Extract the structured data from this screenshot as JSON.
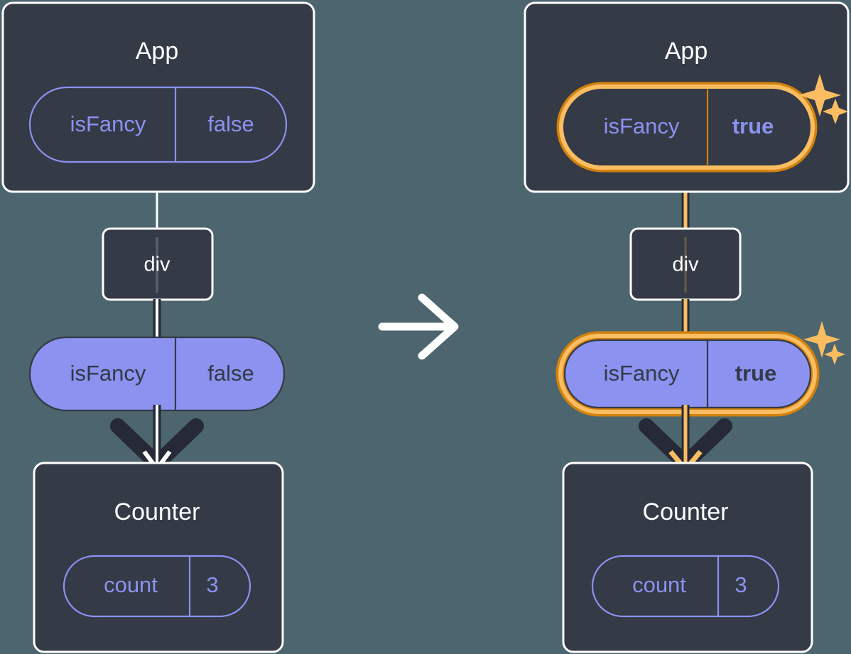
{
  "meta": {
    "diagram_title": "React state update: isFancy prop flows from App to Counter",
    "background_color": "#4c656e"
  },
  "palette": {
    "box_fill": "#343a46",
    "box_border": "#ffffff",
    "pill_purple": "#8b92f0",
    "pill_text_dark": "#343a46",
    "wire_dark": "#252a36",
    "wire_white": "#ffffff",
    "highlight_outer": "#d1820f",
    "highlight_inner": "#fabd62",
    "sparkle": "#fabd62"
  },
  "transition": {
    "arrow_icon": "right-arrow-icon",
    "label": ""
  },
  "panels": [
    {
      "id": "before",
      "root": {
        "label": "App"
      },
      "root_pill": {
        "key": "isFancy",
        "value": "false",
        "style": "outline",
        "highlighted": false,
        "value_bold": false
      },
      "element": {
        "label": "div"
      },
      "prop_pill": {
        "key": "isFancy",
        "value": "false",
        "style": "solid",
        "highlighted": false,
        "value_bold": false
      },
      "child": {
        "label": "Counter"
      },
      "child_pill": {
        "key": "count",
        "value": "3",
        "style": "outline",
        "highlighted": false,
        "value_bold": false
      },
      "wire_color": "#ffffff",
      "sparkles": false
    },
    {
      "id": "after",
      "root": {
        "label": "App"
      },
      "root_pill": {
        "key": "isFancy",
        "value": "true",
        "style": "outline",
        "highlighted": true,
        "value_bold": true
      },
      "element": {
        "label": "div"
      },
      "prop_pill": {
        "key": "isFancy",
        "value": "true",
        "style": "solid",
        "highlighted": true,
        "value_bold": true
      },
      "child": {
        "label": "Counter"
      },
      "child_pill": {
        "key": "count",
        "value": "3",
        "style": "outline",
        "highlighted": false,
        "value_bold": false
      },
      "wire_color": "#fabd62",
      "sparkles": true
    }
  ]
}
